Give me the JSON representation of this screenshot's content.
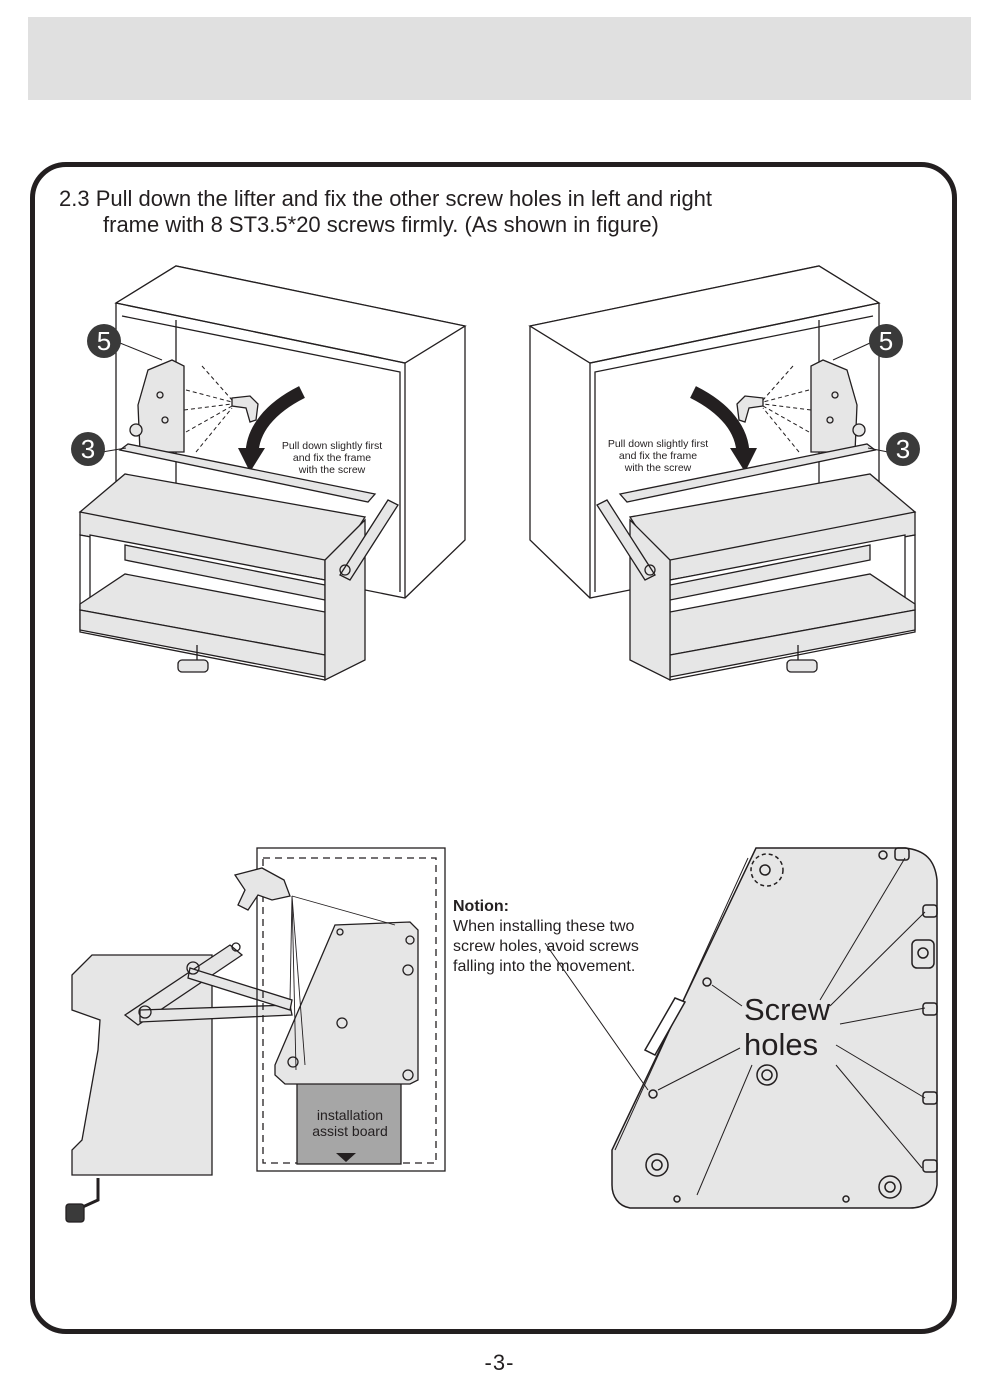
{
  "header": {
    "step_line1": "2.3 Pull down the lifter and fix the other screw holes in left and right",
    "step_line2": "frame with 8 ST3.5*20 screws firmly. (As shown in figure)"
  },
  "left_figure": {
    "badge_top": "5",
    "badge_bottom": "3",
    "caption": [
      "Pull down slightly first",
      "and fix the frame",
      "with the screw"
    ]
  },
  "right_figure": {
    "badge_top": "5",
    "badge_bottom": "3",
    "caption": [
      "Pull down slightly first",
      "and fix the frame",
      "with the screw"
    ]
  },
  "detail_figure": {
    "assist_board_label": "installation assist board"
  },
  "notion": {
    "title": "Notion:",
    "lines": [
      "When installing these two",
      "screw holes, avoid screws",
      "falling into the movement."
    ]
  },
  "screw_holes_label": [
    "Screw",
    "holes"
  ],
  "footer": {
    "page_number": "-3-"
  },
  "colors": {
    "badge": "#3a3a3a",
    "panel_fill": "#e6e6e6",
    "assist_board": "#a6a6a6",
    "outline": "#231f20"
  }
}
